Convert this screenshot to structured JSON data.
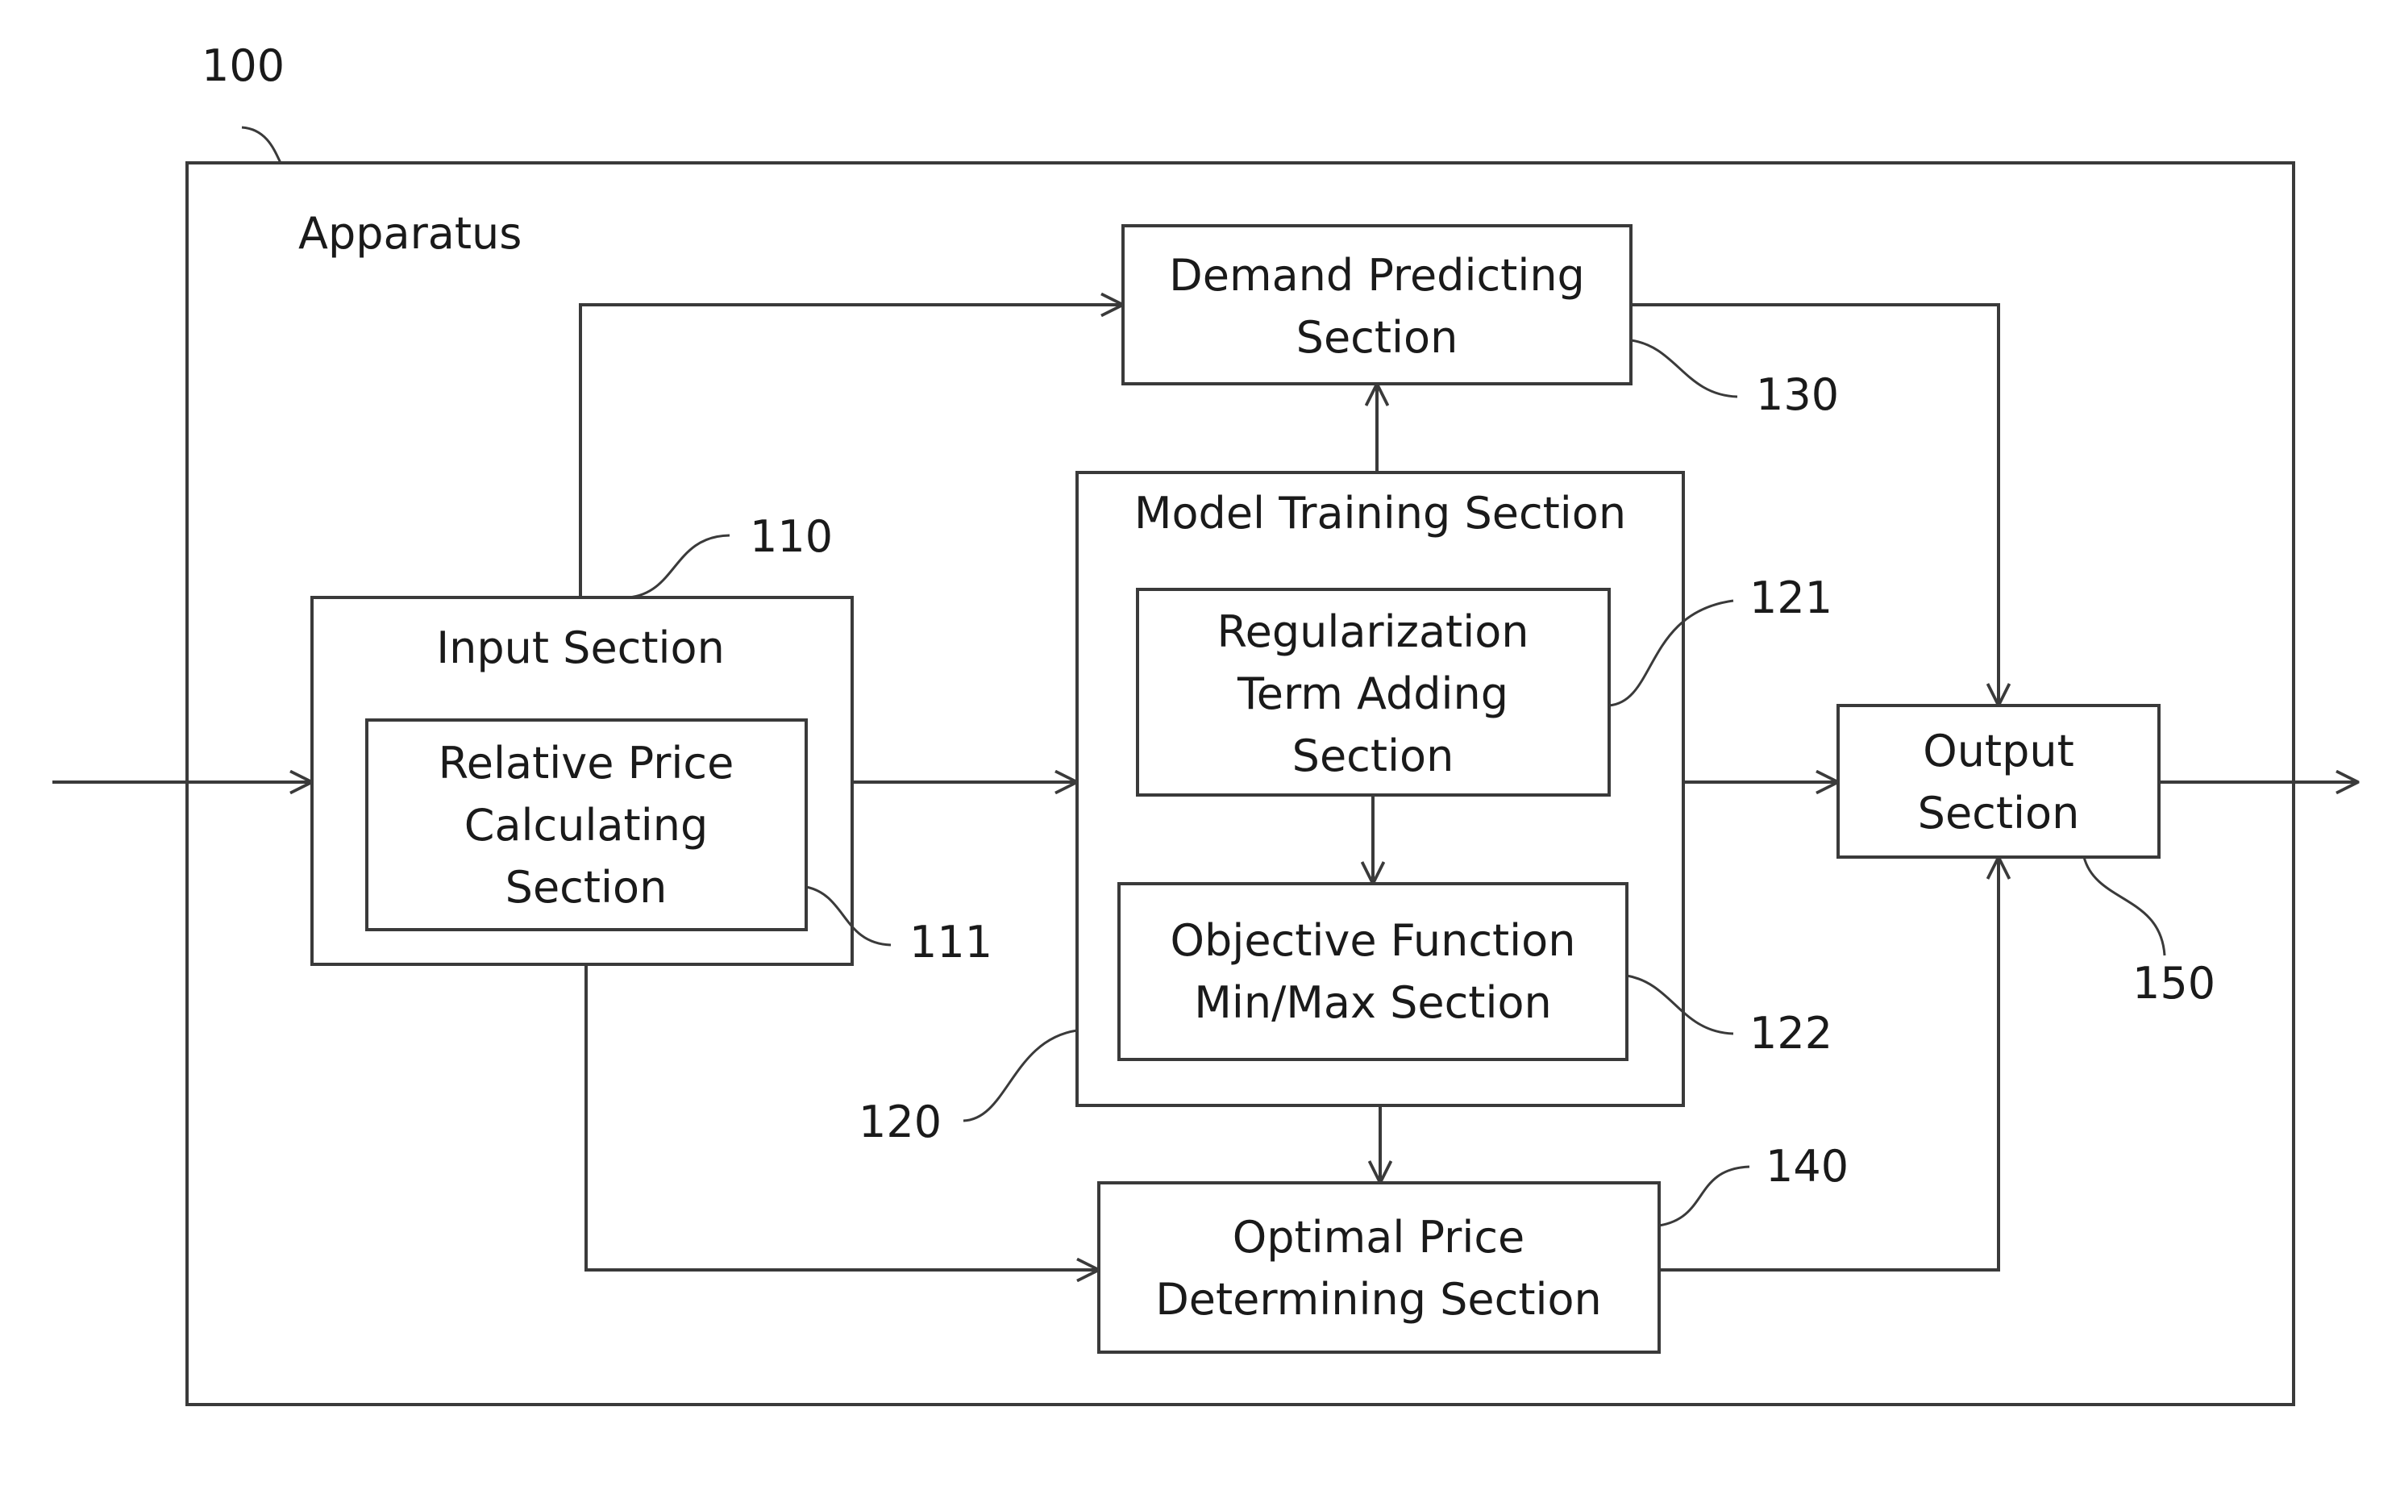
{
  "apparatus": {
    "label": "Apparatus",
    "ref": "100"
  },
  "blocks": {
    "input": {
      "label": "Input Section",
      "ref": "110"
    },
    "relative_price": {
      "lines": [
        "Relative Price",
        "Calculating",
        "Section"
      ],
      "ref": "111"
    },
    "model_training": {
      "label": "Model Training Section",
      "ref": "120"
    },
    "regularization": {
      "lines": [
        "Regularization",
        "Term Adding",
        "Section"
      ],
      "ref": "121"
    },
    "objective": {
      "lines": [
        "Objective Function",
        "Min/Max Section"
      ],
      "ref": "122"
    },
    "demand": {
      "lines": [
        "Demand Predicting",
        "Section"
      ],
      "ref": "130"
    },
    "optimal": {
      "lines": [
        "Optimal Price",
        "Determining Section"
      ],
      "ref": "140"
    },
    "output": {
      "lines": [
        "Output",
        "Section"
      ],
      "ref": "150"
    }
  }
}
